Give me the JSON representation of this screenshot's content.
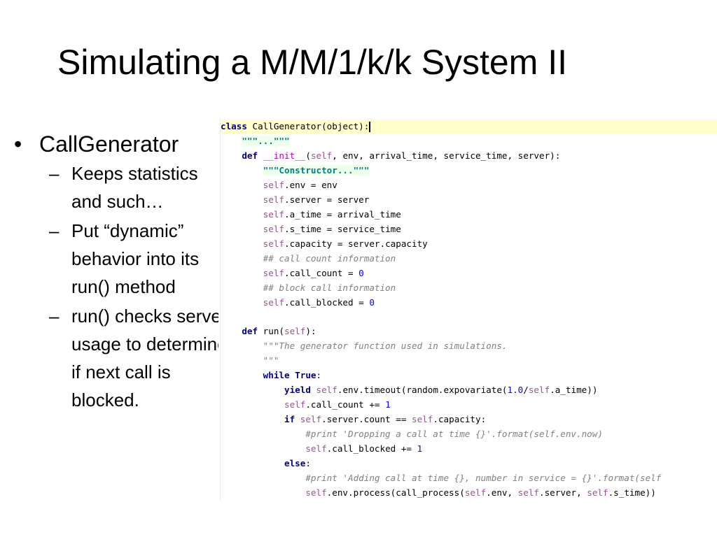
{
  "slide": {
    "title": "Simulating a M/M/1/k/k System II",
    "bullet": {
      "symbol": "•",
      "text": "CallGenerator"
    },
    "dash": "–",
    "subbullets": [
      "Keeps statistics and such…",
      "Put “dynamic” behavior into its run() method",
      "run() checks server usage to determine if next call is blocked."
    ]
  },
  "code": {
    "l1": [
      "class",
      " CallGenerator(object):"
    ],
    "l2": "\"\"\"...\"\"\"",
    "l3": [
      "def",
      " __init__",
      "(",
      "self",
      ", env, arrival_time, service_time, server):"
    ],
    "l4": "\"\"\"Constructor...\"\"\"",
    "l5": [
      "self",
      ".env = env"
    ],
    "l6": [
      "self",
      ".server = server"
    ],
    "l7": [
      "self",
      ".a_time = arrival_time"
    ],
    "l8": [
      "self",
      ".s_time = service_time"
    ],
    "l9": [
      "self",
      ".capacity = server.capacity"
    ],
    "l10": "## call count information",
    "l11": [
      "self",
      ".call_count = ",
      "0"
    ],
    "l12": "## block call information",
    "l13": [
      "self",
      ".call_blocked = ",
      "0"
    ],
    "l14": [
      "def",
      " run(",
      "self",
      "):"
    ],
    "l15": "\"\"\"The generator function used in simulations.",
    "l16": "\"\"\"",
    "l17": [
      "while",
      " True",
      ":"
    ],
    "l18": [
      "yield",
      " ",
      "self",
      ".env.timeout(random.expovariate(",
      "1.0",
      "/",
      "self",
      ".a_time))"
    ],
    "l19": [
      "self",
      ".call_count += ",
      "1"
    ],
    "l20": [
      "if",
      " ",
      "self",
      ".server.count == ",
      "self",
      ".capacity:"
    ],
    "l21": "#print 'Dropping a call at time {}'.format(self.env.now)",
    "l22": [
      "self",
      ".call_blocked += ",
      "1"
    ],
    "l23": [
      "else",
      ":"
    ],
    "l24": "#print 'Adding call at time {}, number in service = {}'.format(self",
    "l25": [
      "self",
      ".env.process(call_process(",
      "self",
      ".env, ",
      "self",
      ".server, ",
      "self",
      ".s_time))"
    ]
  }
}
